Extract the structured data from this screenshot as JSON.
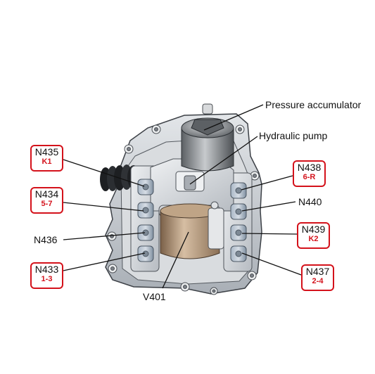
{
  "labels": {
    "pressure_accumulator": "Pressure accumulator",
    "hydraulic_pump": "Hydraulic pump",
    "n440": "N440",
    "n436": "N436",
    "v401": "V401"
  },
  "boxes": {
    "n435": {
      "code": "N435",
      "sub": "K1"
    },
    "n434": {
      "code": "N434",
      "sub": "5-7"
    },
    "n433": {
      "code": "N433",
      "sub": "1-3"
    },
    "n438": {
      "code": "N438",
      "sub": "6-R"
    },
    "n439": {
      "code": "N439",
      "sub": "K2"
    },
    "n437": {
      "code": "N437",
      "sub": "2-4"
    }
  },
  "colors": {
    "callout_border": "#d4121b",
    "callout_subtext": "#d4121b",
    "housing": "#c9cdd2",
    "valves": "#8f9fb0",
    "bearing": "#b59a7c"
  }
}
